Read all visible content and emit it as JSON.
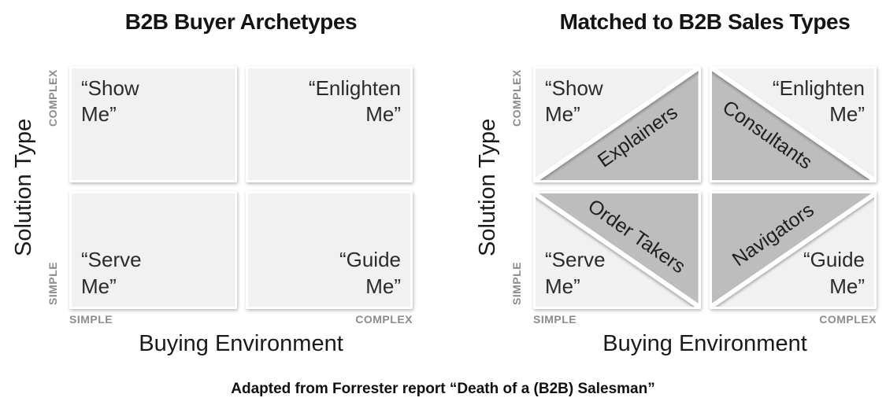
{
  "colors": {
    "quadrant_fill": "#f1f1f2",
    "triangle_fill": "#bdbdbd",
    "axis_tick_gray": "#8d8b8b",
    "text_dark": "#2b2b2b",
    "title_black": "#141414"
  },
  "caption": "Adapted from Forrester report “Death of a (B2B) Salesman”",
  "charts": [
    {
      "title": "B2B Buyer Archetypes",
      "y_axis": {
        "label": "Solution Type",
        "top_tick": "COMPLEX",
        "bottom_tick": "SIMPLE"
      },
      "x_axis": {
        "label": "Buying Environment",
        "left_tick": "SIMPLE",
        "right_tick": "COMPLEX"
      },
      "quadrants": [
        {
          "position": "top-left",
          "label": "“Show\nMe”"
        },
        {
          "position": "top-right",
          "label": "“Enlighten\nMe”"
        },
        {
          "position": "bottom-left",
          "label": "“Serve\nMe”"
        },
        {
          "position": "bottom-right",
          "label": "“Guide\nMe”"
        }
      ]
    },
    {
      "title": "Matched to B2B Sales Types",
      "y_axis": {
        "label": "Solution Type",
        "top_tick": "COMPLEX",
        "bottom_tick": "SIMPLE"
      },
      "x_axis": {
        "label": "Buying Environment",
        "left_tick": "SIMPLE",
        "right_tick": "COMPLEX"
      },
      "quadrants": [
        {
          "position": "top-left",
          "label": "“Show\nMe”"
        },
        {
          "position": "top-right",
          "label": "“Enlighten\nMe”"
        },
        {
          "position": "bottom-left",
          "label": "“Serve\nMe”"
        },
        {
          "position": "bottom-right",
          "label": "“Guide\nMe”"
        }
      ],
      "triangles": [
        {
          "quadrant": "top-left",
          "corner": "bottom-right",
          "label": "Explainers"
        },
        {
          "quadrant": "top-right",
          "corner": "bottom-left",
          "label": "Consultants"
        },
        {
          "quadrant": "bottom-left",
          "corner": "top-right",
          "label": "Order Takers"
        },
        {
          "quadrant": "bottom-right",
          "corner": "top-left",
          "label": "Navigators"
        }
      ]
    }
  ]
}
